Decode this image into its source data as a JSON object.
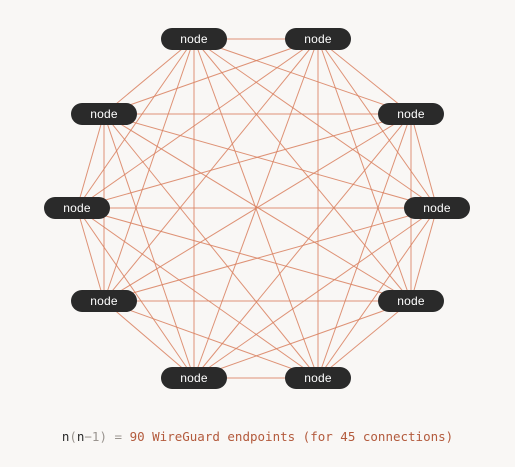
{
  "diagram": {
    "node_label": "node",
    "node_count": 10,
    "edge_color": "#d9805f",
    "node_color": "#2a2a2a"
  },
  "formula": {
    "n1": "n",
    "open": "(",
    "n2": "n",
    "minus_one": "−1",
    "close": ")",
    "eq": " = ",
    "result": "90 WireGuard endpoints (for 45 connections)"
  }
}
